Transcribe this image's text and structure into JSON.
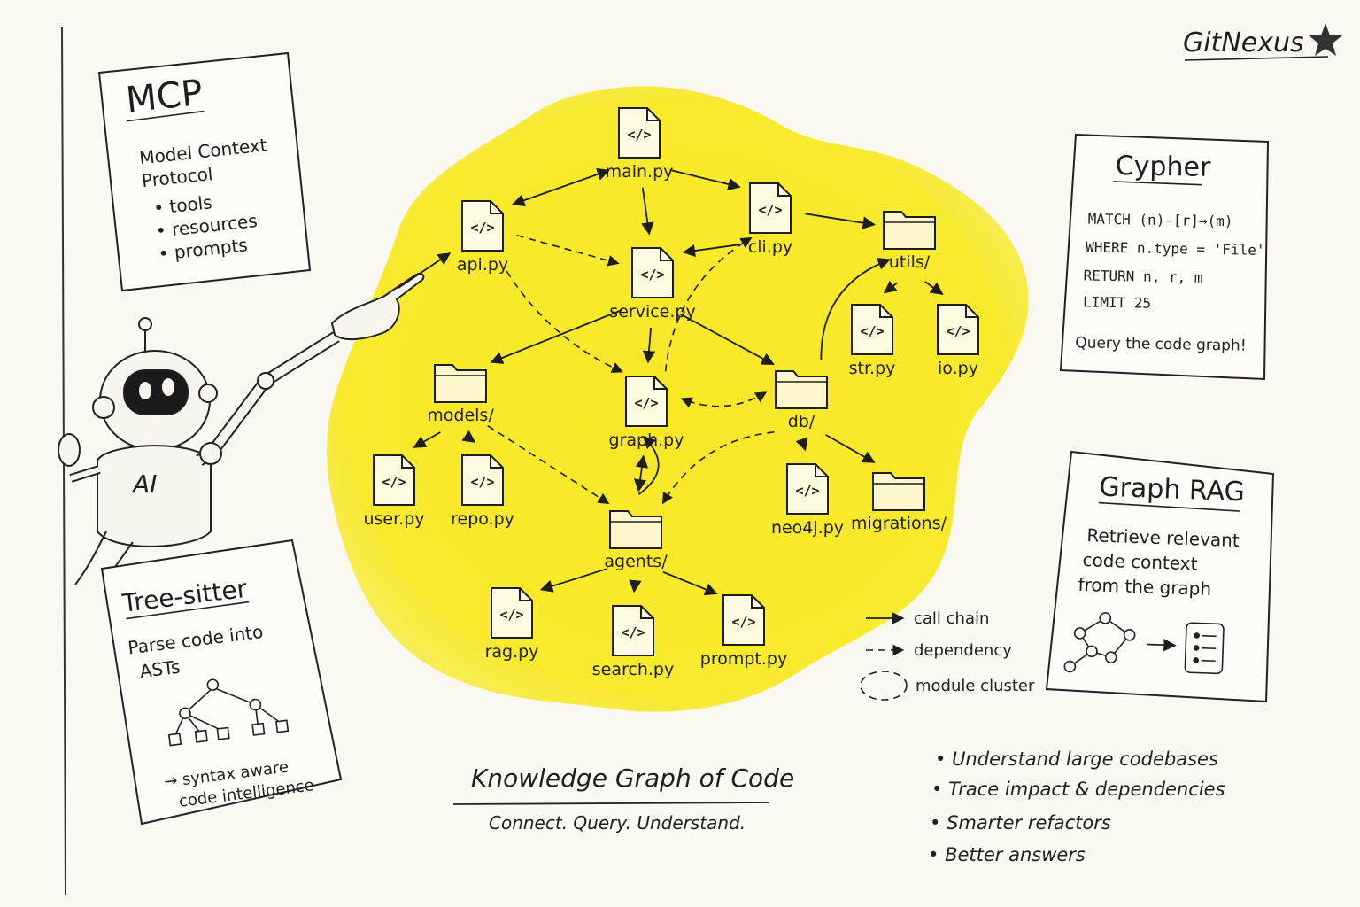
{
  "brand": {
    "name": "GitNexus"
  },
  "cards": {
    "mcp": {
      "title": "MCP",
      "desc_line1": "Model Context",
      "desc_line2": "Protocol",
      "items": [
        "tools",
        "resources",
        "prompts"
      ]
    },
    "cypher": {
      "title": "Cypher",
      "code": [
        "MATCH (n)-[r]→(m)",
        "WHERE n.type = 'File'",
        "RETURN n, r, m",
        "LIMIT 25"
      ],
      "tagline": "Query the code graph!"
    },
    "treesitter": {
      "title": "Tree-sitter",
      "desc_line1": "Parse code into",
      "desc_line2": "ASTs",
      "footer_line1": "→ syntax aware",
      "footer_line2": "code intelligence"
    },
    "graphrag": {
      "title": "Graph RAG",
      "desc": [
        "Retrieve relevant",
        "code context",
        "from the graph"
      ]
    }
  },
  "robot": {
    "badge": "AI"
  },
  "graph": {
    "nodes": [
      {
        "id": "main",
        "label": "main.py",
        "kind": "file"
      },
      {
        "id": "api",
        "label": "api.py",
        "kind": "file"
      },
      {
        "id": "cli",
        "label": "cli.py",
        "kind": "file"
      },
      {
        "id": "service",
        "label": "service.py",
        "kind": "file"
      },
      {
        "id": "utils",
        "label": "utils/",
        "kind": "folder"
      },
      {
        "id": "str",
        "label": "str.py",
        "kind": "file"
      },
      {
        "id": "io",
        "label": "io.py",
        "kind": "file"
      },
      {
        "id": "models",
        "label": "models/",
        "kind": "folder"
      },
      {
        "id": "graph",
        "label": "graph.py",
        "kind": "file"
      },
      {
        "id": "db",
        "label": "db/",
        "kind": "folder"
      },
      {
        "id": "user",
        "label": "user.py",
        "kind": "file"
      },
      {
        "id": "repo",
        "label": "repo.py",
        "kind": "file"
      },
      {
        "id": "neo4j",
        "label": "neo4j.py",
        "kind": "file"
      },
      {
        "id": "migrations",
        "label": "migrations/",
        "kind": "folder"
      },
      {
        "id": "agents",
        "label": "agents/",
        "kind": "folder"
      },
      {
        "id": "rag",
        "label": "rag.py",
        "kind": "file"
      },
      {
        "id": "search",
        "label": "search.py",
        "kind": "file"
      },
      {
        "id": "prompt",
        "label": "prompt.py",
        "kind": "file"
      }
    ],
    "edges": [
      {
        "from": "main",
        "to": "api",
        "style": "solid",
        "bidir": true
      },
      {
        "from": "main",
        "to": "service",
        "style": "solid"
      },
      {
        "from": "main",
        "to": "cli",
        "style": "solid"
      },
      {
        "from": "cli",
        "to": "service",
        "style": "solid"
      },
      {
        "from": "cli",
        "to": "utils",
        "style": "solid"
      },
      {
        "from": "api",
        "to": "service",
        "style": "dash"
      },
      {
        "from": "api",
        "to": "graph",
        "style": "dash"
      },
      {
        "from": "service",
        "to": "models",
        "style": "solid"
      },
      {
        "from": "service",
        "to": "graph",
        "style": "solid"
      },
      {
        "from": "service",
        "to": "db",
        "style": "solid"
      },
      {
        "from": "models",
        "to": "user",
        "style": "solid"
      },
      {
        "from": "models",
        "to": "repo",
        "style": "solid"
      },
      {
        "from": "models",
        "to": "agents",
        "style": "dash"
      },
      {
        "from": "graph",
        "to": "agents",
        "style": "solid",
        "bidir": true
      },
      {
        "from": "db",
        "to": "graph",
        "style": "dash",
        "bidir": true
      },
      {
        "from": "db",
        "to": "neo4j",
        "style": "solid"
      },
      {
        "from": "db",
        "to": "migrations",
        "style": "solid"
      },
      {
        "from": "db",
        "to": "utils",
        "style": "solid"
      },
      {
        "from": "db",
        "to": "agents",
        "style": "dash"
      },
      {
        "from": "utils",
        "to": "str",
        "style": "solid"
      },
      {
        "from": "utils",
        "to": "io",
        "style": "solid"
      },
      {
        "from": "agents",
        "to": "rag",
        "style": "solid"
      },
      {
        "from": "agents",
        "to": "search",
        "style": "solid"
      },
      {
        "from": "agents",
        "to": "prompt",
        "style": "solid"
      },
      {
        "from": "agents",
        "to": "graph",
        "style": "solid"
      },
      {
        "from": "graph",
        "to": "cli",
        "style": "dash"
      }
    ]
  },
  "legend": {
    "call_chain": "call chain",
    "dependency": "dependency",
    "module_cluster": "module cluster"
  },
  "footer": {
    "title": "Knowledge Graph of Code",
    "subtitle": "Connect. Query. Understand."
  },
  "benefits": [
    "Understand large codebases",
    "Trace impact & dependencies",
    "Smarter refactors",
    "Better answers"
  ],
  "colors": {
    "highlight": "#f8ea2c",
    "ink": "#1e1e1e",
    "paper": "#faf8f1"
  }
}
